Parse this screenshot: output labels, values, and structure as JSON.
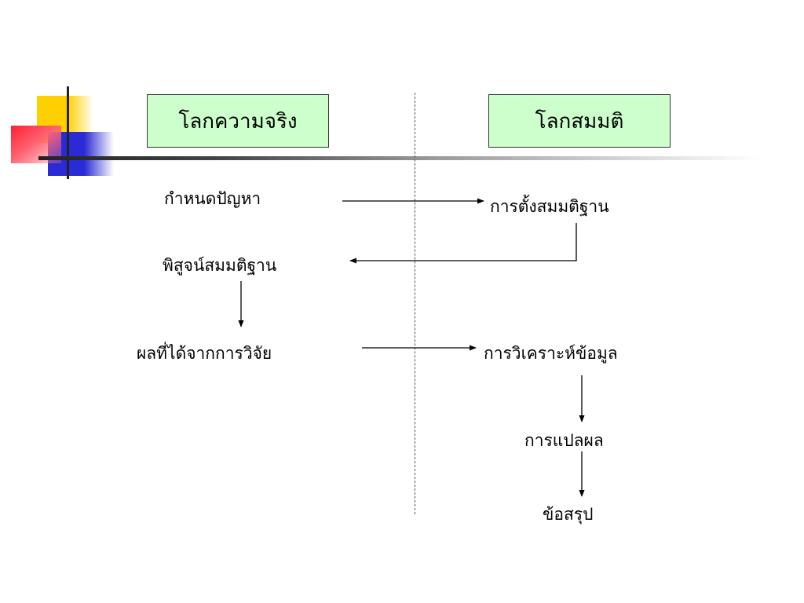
{
  "headers": {
    "left": "โลกความจริง",
    "right": "โลกสมมติ"
  },
  "steps": {
    "define_problem": "กำหนดปัญหา",
    "set_hypothesis": "การตั้งสมมติฐาน",
    "prove_hypothesis": "พิสูจน์สมมติฐาน",
    "research_result": "ผลที่ได้จากการวิจัย",
    "data_analysis": "การวิเคราะห์ข้อมูล",
    "interpretation": "การแปลผล",
    "conclusion": "ข้อสรุป"
  },
  "colors": {
    "header_fill": "#ccffcc",
    "accent_yellow": "#ffd000",
    "accent_blue": "#2a2bd6",
    "accent_red": "#ff2030"
  }
}
